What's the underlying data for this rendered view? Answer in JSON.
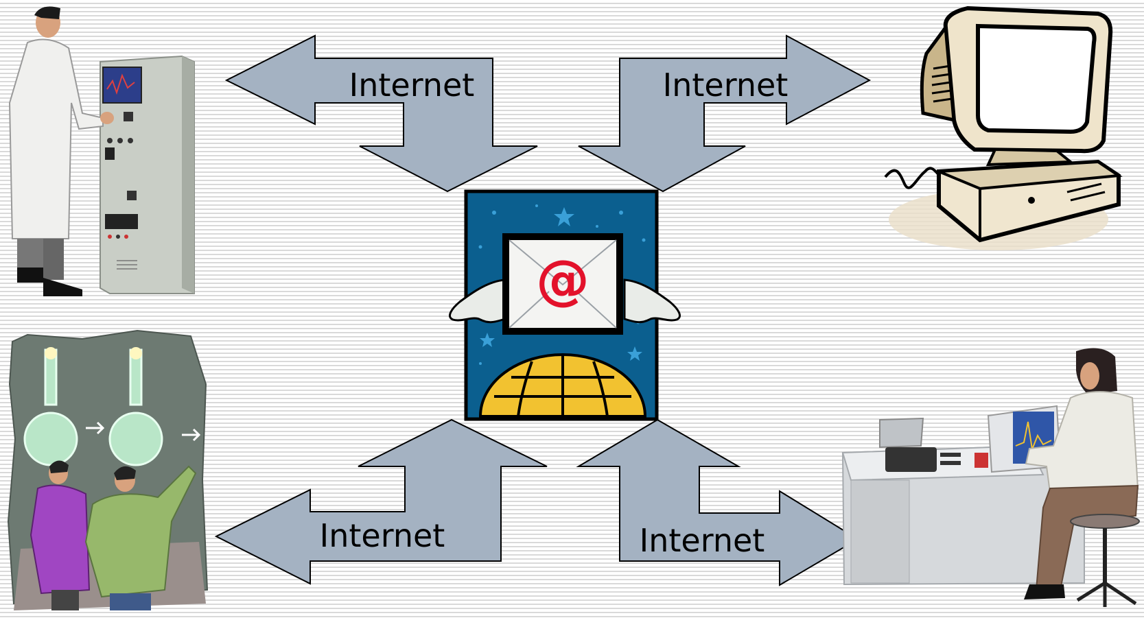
{
  "diagram": {
    "arrows": [
      {
        "id": "top-left",
        "label": "Internet"
      },
      {
        "id": "top-right",
        "label": "Internet"
      },
      {
        "id": "bottom-left",
        "label": "Internet"
      },
      {
        "id": "bottom-right",
        "label": "Internet"
      }
    ],
    "center": {
      "icon": "email-envelope-at-icon",
      "symbol": "@"
    },
    "clipart": [
      {
        "id": "scientist-instrument",
        "icon": "scientist-with-instrument-icon"
      },
      {
        "id": "desktop-computer",
        "icon": "desktop-computer-icon"
      },
      {
        "id": "scientists-blackboard",
        "icon": "scientists-at-blackboard-icon"
      },
      {
        "id": "lab-workstation",
        "icon": "person-at-lab-workstation-icon"
      }
    ],
    "colors": {
      "arrow_fill": "#a4b2c2",
      "arrow_stroke": "#000000",
      "email_bg": "#0b5f8f",
      "globe": "#f2c230",
      "at_symbol": "#e3122b"
    }
  }
}
